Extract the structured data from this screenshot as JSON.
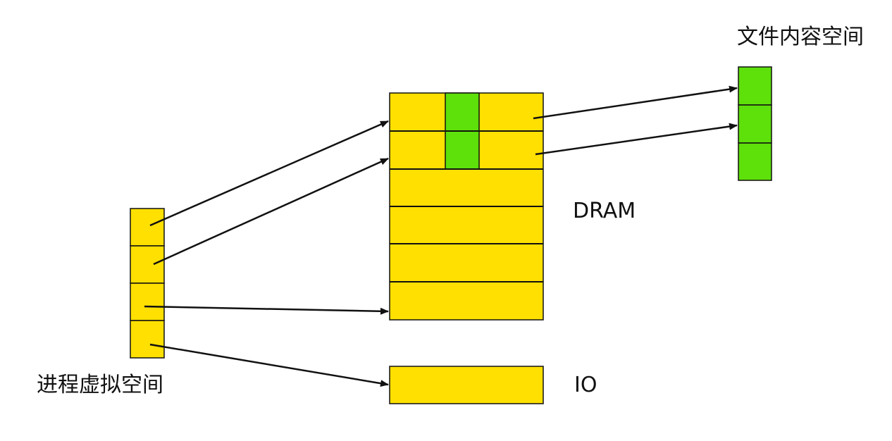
{
  "labels": {
    "process_virtual_space": "进程虚拟空间",
    "dram": "DRAM",
    "io": "IO",
    "file_content_space": "文件内容空间"
  },
  "colors": {
    "yellow": "#ffe000",
    "green": "#5ee00a",
    "outline": "#111111",
    "background": "#ffffff"
  }
}
